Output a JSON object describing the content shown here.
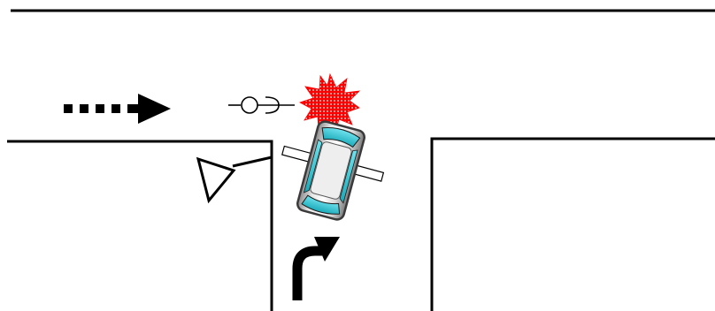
{
  "diagram": {
    "type": "traffic-accident-sketch",
    "elements": [
      "road-edge",
      "motion-arrow",
      "bicycle",
      "collision-burst",
      "car-top-view",
      "yield-sign",
      "right-turn-arrow"
    ]
  },
  "colors": {
    "line": "#000000",
    "background": "#ffffff",
    "collision": "#ff0000",
    "car_glass": "#2ec8d8",
    "car_body_light": "#f4f4f4",
    "car_body_mid": "#c8c8c8",
    "car_body_dark": "#7a7a7a",
    "car_outline": "#3a3a3a"
  }
}
